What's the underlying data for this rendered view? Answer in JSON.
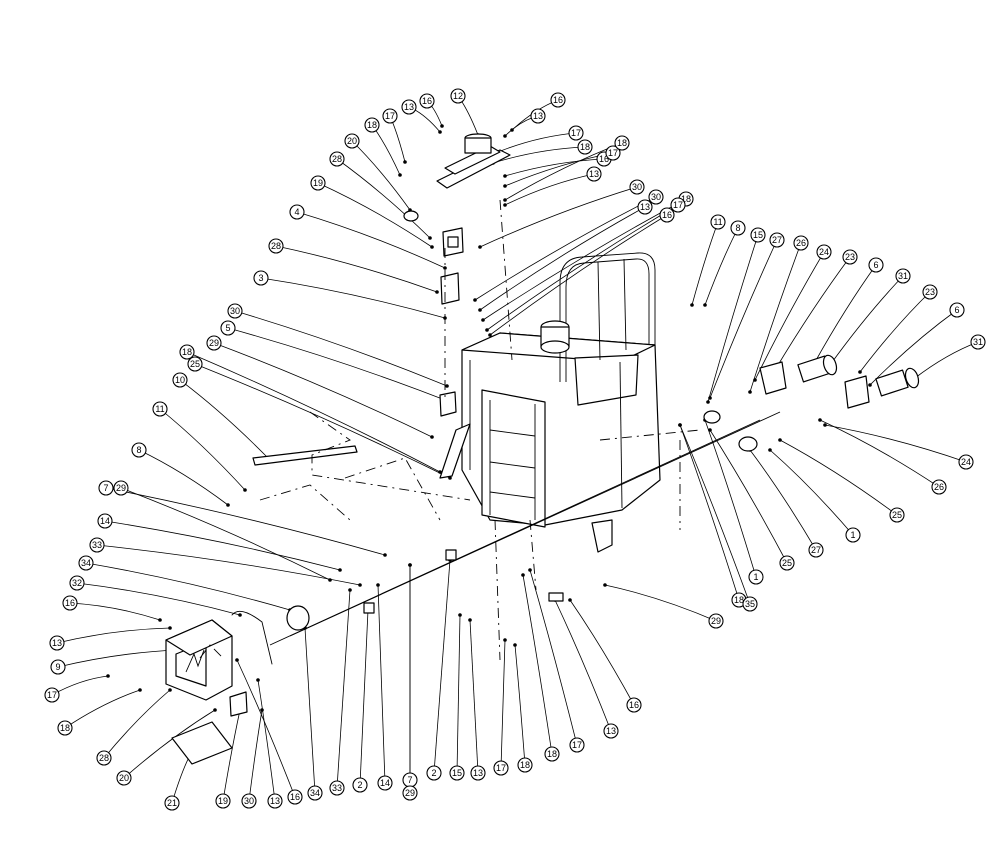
{
  "diagram": {
    "callouts": [
      {
        "id": "c1",
        "label": "12"
      },
      {
        "id": "c2",
        "label": "16"
      },
      {
        "id": "c3",
        "label": "13"
      },
      {
        "id": "c4",
        "label": "17"
      },
      {
        "id": "c5",
        "label": "18"
      },
      {
        "id": "c6",
        "label": "16"
      },
      {
        "id": "c7",
        "label": "17"
      },
      {
        "id": "c8",
        "label": "18"
      },
      {
        "id": "c9",
        "label": "13"
      },
      {
        "id": "c10",
        "label": "16"
      },
      {
        "id": "c11",
        "label": "13"
      },
      {
        "id": "c12",
        "label": "17"
      },
      {
        "id": "c13",
        "label": "18"
      },
      {
        "id": "c14",
        "label": "20"
      },
      {
        "id": "c15",
        "label": "28"
      },
      {
        "id": "c16",
        "label": "19"
      },
      {
        "id": "c17",
        "label": "30"
      },
      {
        "id": "c18",
        "label": "30"
      },
      {
        "id": "c19",
        "label": "13"
      },
      {
        "id": "c20",
        "label": "18"
      },
      {
        "id": "c21",
        "label": "17"
      },
      {
        "id": "c22",
        "label": "16"
      },
      {
        "id": "c23",
        "label": "4"
      },
      {
        "id": "c24",
        "label": "28"
      },
      {
        "id": "c25",
        "label": "3"
      },
      {
        "id": "c26",
        "label": "30"
      },
      {
        "id": "c27",
        "label": "5"
      },
      {
        "id": "c28",
        "label": "29"
      },
      {
        "id": "c29",
        "label": "18"
      },
      {
        "id": "c30",
        "label": "25"
      },
      {
        "id": "c31",
        "label": "10"
      },
      {
        "id": "c32",
        "label": "11"
      },
      {
        "id": "c33",
        "label": "8"
      },
      {
        "id": "c34",
        "label": "7"
      },
      {
        "id": "c35",
        "label": "29"
      },
      {
        "id": "c36",
        "label": "14"
      },
      {
        "id": "c37",
        "label": "33"
      },
      {
        "id": "c38",
        "label": "34"
      },
      {
        "id": "c39",
        "label": "32"
      },
      {
        "id": "c40",
        "label": "16"
      },
      {
        "id": "c41",
        "label": "13"
      },
      {
        "id": "c42",
        "label": "9"
      },
      {
        "id": "c43",
        "label": "17"
      },
      {
        "id": "c44",
        "label": "18"
      },
      {
        "id": "c45",
        "label": "28"
      },
      {
        "id": "c46",
        "label": "20"
      },
      {
        "id": "c47",
        "label": "21"
      },
      {
        "id": "c48",
        "label": "19"
      },
      {
        "id": "c49",
        "label": "30"
      },
      {
        "id": "c50",
        "label": "13"
      },
      {
        "id": "c51",
        "label": "16"
      },
      {
        "id": "c52",
        "label": "34"
      },
      {
        "id": "c53",
        "label": "33"
      },
      {
        "id": "c54",
        "label": "2"
      },
      {
        "id": "c55",
        "label": "14"
      },
      {
        "id": "c56",
        "label": "7"
      },
      {
        "id": "c57",
        "label": "29"
      },
      {
        "id": "c58",
        "label": "2"
      },
      {
        "id": "c59",
        "label": "15"
      },
      {
        "id": "c60",
        "label": "13"
      },
      {
        "id": "c61",
        "label": "17"
      },
      {
        "id": "c62",
        "label": "18"
      },
      {
        "id": "c63",
        "label": "18"
      },
      {
        "id": "c64",
        "label": "17"
      },
      {
        "id": "c65",
        "label": "13"
      },
      {
        "id": "c66",
        "label": "16"
      },
      {
        "id": "c67",
        "label": "29"
      },
      {
        "id": "c68",
        "label": "18"
      },
      {
        "id": "c69",
        "label": "35"
      },
      {
        "id": "c70",
        "label": "1"
      },
      {
        "id": "c71",
        "label": "25"
      },
      {
        "id": "c72",
        "label": "27"
      },
      {
        "id": "c73",
        "label": "1"
      },
      {
        "id": "c74",
        "label": "25"
      },
      {
        "id": "c75",
        "label": "26"
      },
      {
        "id": "c76",
        "label": "24"
      },
      {
        "id": "c77",
        "label": "31"
      },
      {
        "id": "c78",
        "label": "6"
      },
      {
        "id": "c79",
        "label": "23"
      },
      {
        "id": "c80",
        "label": "31"
      },
      {
        "id": "c81",
        "label": "6"
      },
      {
        "id": "c82",
        "label": "23"
      },
      {
        "id": "c83",
        "label": "24"
      },
      {
        "id": "c84",
        "label": "26"
      },
      {
        "id": "c85",
        "label": "27"
      },
      {
        "id": "c86",
        "label": "15"
      },
      {
        "id": "c87",
        "label": "8"
      },
      {
        "id": "c88",
        "label": "11"
      }
    ]
  }
}
